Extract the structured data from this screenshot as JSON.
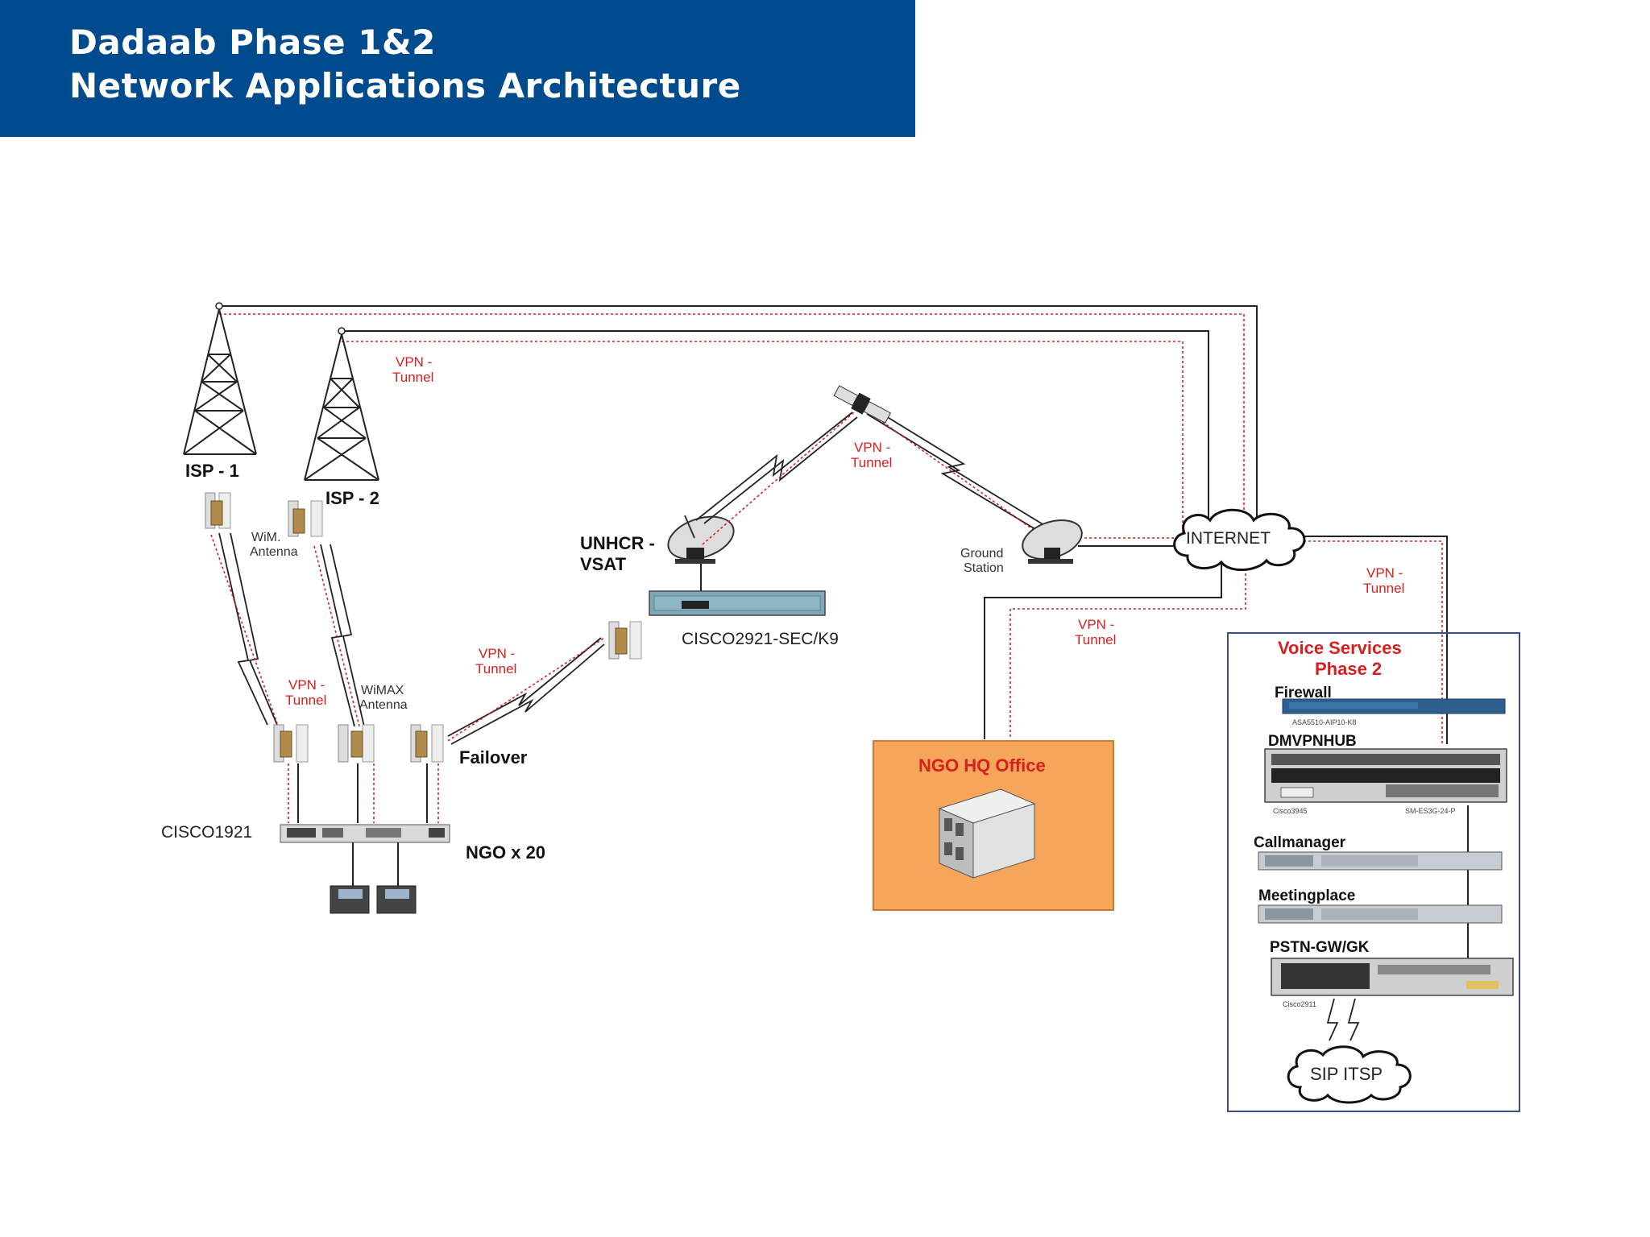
{
  "header": {
    "line1": "Dadaab Phase 1&2",
    "line2": "Network Applications Architecture"
  },
  "diagram": {
    "isp1": "ISP - 1",
    "isp2": "ISP - 2",
    "wim_antenna_1": "WiM.",
    "wim_antenna_2": "Antenna",
    "wimax_1": "WiMAX",
    "wimax_2": "Antenna",
    "vpn_1": "VPN -",
    "vpn_2": "Tunnel",
    "unhcr_1": "UNHCR -",
    "unhcr_2": "VSAT",
    "cisco2921": "CISCO2921-SEC/K9",
    "ground_1": "Ground",
    "ground_2": "Station",
    "internet": "INTERNET",
    "failover": "Failover",
    "cisco1921": "CISCO1921",
    "ngo_x20": "NGO x 20",
    "ngo_hq": "NGO HQ Office",
    "voice_1": "Voice Services",
    "voice_2": "Phase 2",
    "firewall": "Firewall",
    "asa": "ASA5510-AIP10-K8",
    "dmvpnhub": "DMVPNHUB",
    "cisco3945": "Cisco3945",
    "sm_es3g": "SM-ES3G-24-P",
    "callmanager": "Callmanager",
    "meetingplace": "Meetingplace",
    "pstn": "PSTN-GW/GK",
    "cisco2911": "Cisco2911",
    "sip_itsp": "SIP ITSP"
  },
  "colors": {
    "header_bg": "#004b8d",
    "link_red": "#d62020",
    "hq_box": "#f5a65b",
    "voice_border": "#3a4f8a"
  }
}
